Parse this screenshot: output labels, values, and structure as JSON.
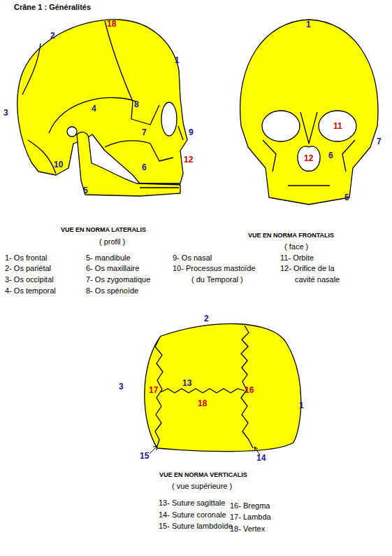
{
  "diagram": {
    "title": "Crâne 1 : Généralités",
    "labels": [
      "18",
      "2",
      "1",
      "3",
      "4",
      "8",
      "7",
      "9",
      "12",
      "10",
      "6",
      "5",
      "1",
      "11",
      "7",
      "6",
      "12",
      "5",
      "VUE EN NORMA LATERALIS",
      "( profil )",
      "VUE EN NORMA FRONTALIS",
      "( face )",
      "1- Os frontal",
      "2- Os pariétal",
      "3- Os occipital",
      "4- Os temporal",
      "5- mandibule",
      "6- Os maxillaire",
      "7- Os zygomatique",
      "8- Os spénoïde",
      "9- Os nasal",
      "10- Processus mastoïde",
      "( du Temporal )",
      "11- Orbite",
      "12- Orifice de la",
      "cavité nasale",
      "2",
      "3",
      "17",
      "13",
      "16",
      "18",
      "1",
      "15",
      "14",
      "VUE EN NORMA VERTICALIS",
      "( vue supérieure )",
      "13- Suture sagittale",
      "14- Suture coronale",
      "15- Suture lambdoïde",
      "16- Bregma",
      "17- Lambda",
      "18- Vertex"
    ]
  }
}
